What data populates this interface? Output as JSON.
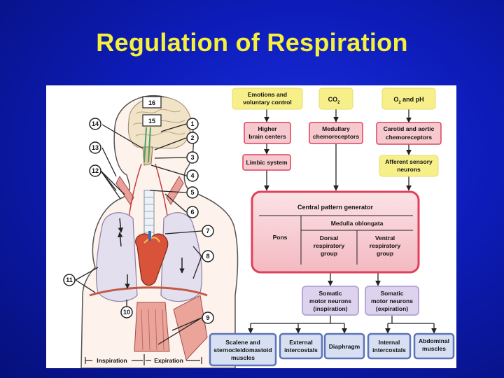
{
  "title": "Regulation of Respiration",
  "boxes": {
    "emotions": [
      "Emotions and",
      "voluntary control"
    ],
    "co2": "CO",
    "co2_sub": "2",
    "o2": "O",
    "o2_sub": "2",
    "o2_rest": " and pH",
    "higher": [
      "Higher",
      "brain centers"
    ],
    "medullary": [
      "Medullary",
      "chemoreceptors"
    ],
    "carotid": [
      "Carotid and aortic",
      "chemoreceptors"
    ],
    "limbic": "Limbic system",
    "afferent": [
      "Afferent sensory",
      "neurons"
    ],
    "cpg": "Central pattern generator",
    "medulla": "Medulla oblongata",
    "pons": "Pons",
    "dorsal": [
      "Dorsal",
      "respiratory",
      "group"
    ],
    "ventral": [
      "Ventral",
      "respiratory",
      "group"
    ],
    "somatic_insp": [
      "Somatic",
      "motor neurons",
      "(inspiration)"
    ],
    "somatic_exp": [
      "Somatic",
      "motor neurons",
      "(expiration)"
    ],
    "scalene": [
      "Scalene and",
      "sternocleidomastoid",
      "muscles"
    ],
    "external": [
      "External",
      "intercostals"
    ],
    "diaphragm": "Diaphragm",
    "internal": [
      "Internal",
      "intercostals"
    ],
    "abdominal": [
      "Abdominal",
      "muscles"
    ]
  },
  "anatomy": {
    "callouts": [
      "16",
      "15",
      "14",
      "13",
      "12",
      "1",
      "2",
      "3",
      "4",
      "5",
      "6",
      "7",
      "8",
      "11",
      "10",
      "9"
    ],
    "inspiration": "Inspiration",
    "expiration": "Expiration"
  },
  "colors": {
    "yellow_box": "#f7ef8a",
    "pink_box": "#f6c9cf",
    "pink_border": "#e0405a",
    "purple_box": "#ddd3ee",
    "purple_border": "#b8a8d8",
    "blue_box": "#d6e0f2",
    "blue_border": "#5d74b8"
  }
}
